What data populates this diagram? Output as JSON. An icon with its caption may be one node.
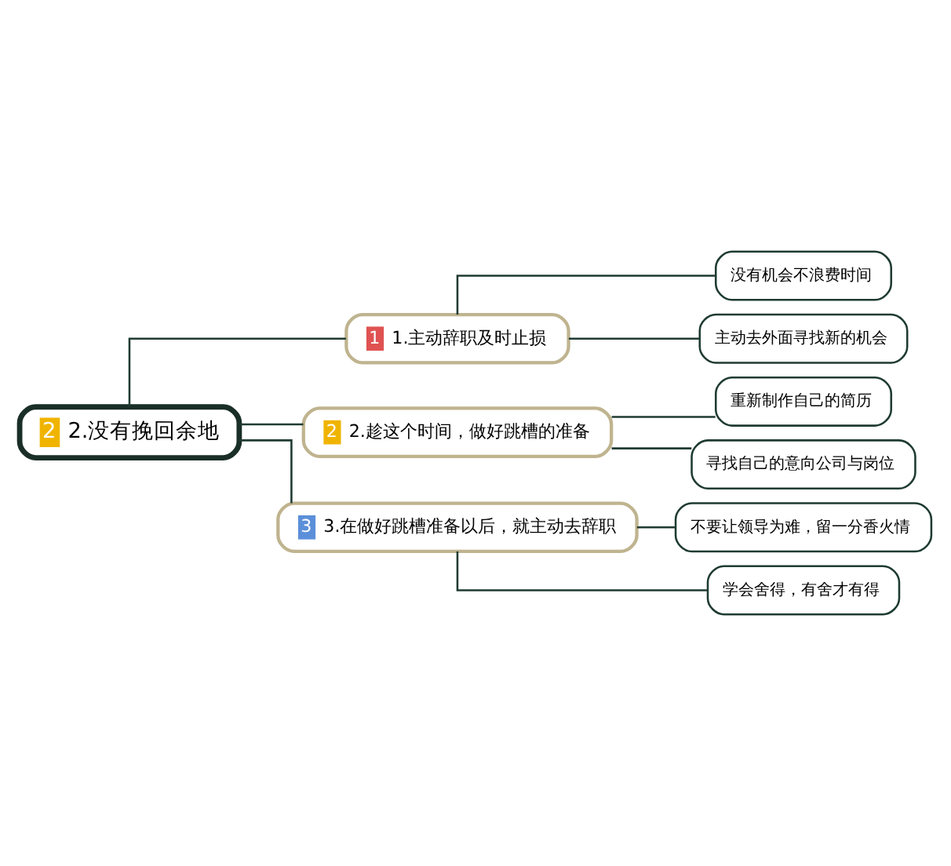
{
  "diagram": {
    "nodes": [
      {
        "text": [
          "2",
          "2.没有挽回余地"
        ]
      },
      {
        "text": [
          "1",
          "1.主动辞职及时止损"
        ]
      },
      {
        "text": [
          "没有机会不浪费时间"
        ]
      },
      {
        "text": [
          "主动去外面寻找新的机会"
        ]
      },
      {
        "text": [
          "2",
          "2.趁这个时间，做好跳槽的准备"
        ]
      },
      {
        "text": [
          "重新制作自己的简历"
        ]
      },
      {
        "text": [
          "寻找自己的意向公司与岗位"
        ]
      },
      {
        "text": [
          "3",
          "3.在做好跳槽准备以后，就主动去辞职"
        ]
      },
      {
        "text": [
          "不要让领导为难，留一分香火情"
        ]
      },
      {
        "text": [
          "学会舍得，有舍才有得"
        ]
      }
    ],
    "edges": [
      {
        "from": 0,
        "to": 1,
        "arrow": "none"
      },
      {
        "from": 1,
        "to": 2,
        "arrow": "none"
      },
      {
        "from": 1,
        "to": 3,
        "arrow": "none"
      },
      {
        "from": 0,
        "to": 4,
        "arrow": "none"
      },
      {
        "from": 4,
        "to": 5,
        "arrow": "none"
      },
      {
        "from": 4,
        "to": 6,
        "arrow": "none"
      },
      {
        "from": 0,
        "to": 7,
        "arrow": "none"
      },
      {
        "from": 7,
        "to": 8,
        "arrow": "none"
      },
      {
        "from": 7,
        "to": 9,
        "arrow": "none"
      }
    ]
  }
}
